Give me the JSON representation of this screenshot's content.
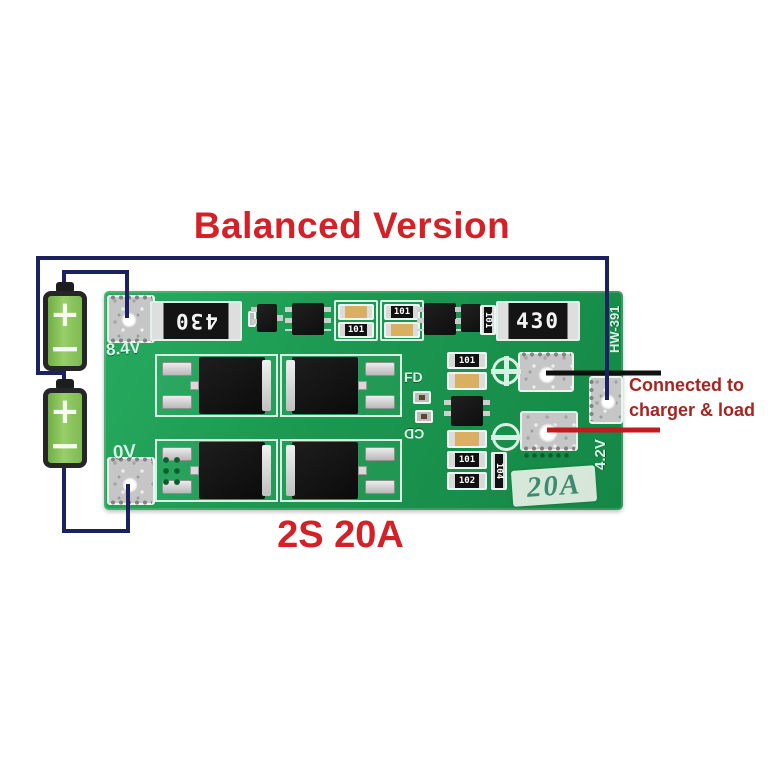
{
  "title": "Balanced Version",
  "subtitle": "2S 20A",
  "note": {
    "line1": "Connected to",
    "line2": "charger & load"
  },
  "board": {
    "model": "HW-391",
    "pad_labels": {
      "top_left": "8.4V",
      "bottom_left": "0V",
      "right": "4.2V"
    },
    "test_points": {
      "fd": "FD",
      "cd": "CD"
    },
    "sticker": "20A",
    "resistor_left": "430",
    "resistor_right": "430",
    "top_passives": {
      "r1": "101",
      "r2": "101",
      "r3": "101"
    },
    "right_column": {
      "r1": "101",
      "r2": "101",
      "r3": "102",
      "r4": "104"
    }
  },
  "battery": {
    "plus": "+",
    "minus": "−"
  },
  "colors": {
    "headline_red": "#d42127",
    "note_red": "#a62521",
    "wire_navy": "#1c2160",
    "charge_line_black": "#101010",
    "load_line_red": "#c21b1f",
    "pcb_green": "#1b9750",
    "sticker_teal": "#3e8a70"
  }
}
